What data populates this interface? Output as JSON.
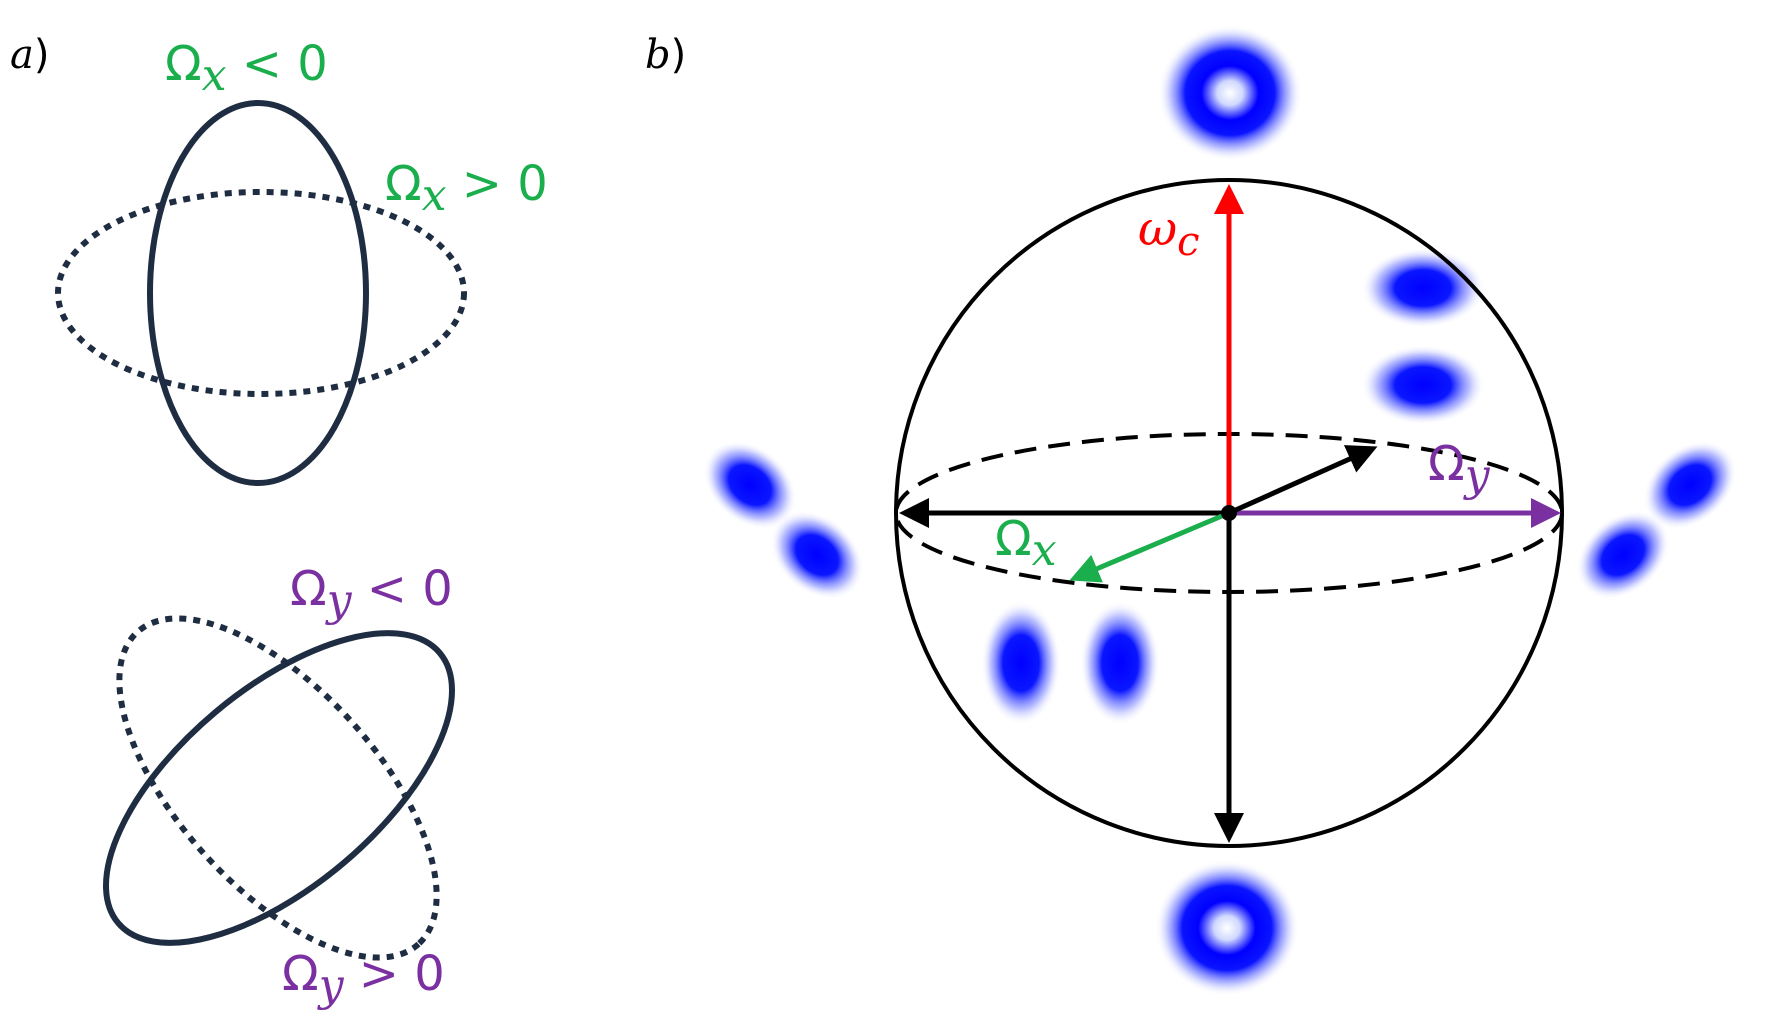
{
  "panel_a": {
    "label_a": "a",
    "label_paren": ")",
    "top_solid_label": {
      "omega": "Ω",
      "sub": "x",
      "rel": " < 0"
    },
    "top_dotted_label": {
      "omega": "Ω",
      "sub": "x",
      "rel": " > 0"
    },
    "bottom_solid_label": {
      "omega": "Ω",
      "sub": "y",
      "rel": " < 0"
    },
    "bottom_dotted_label": {
      "omega": "Ω",
      "sub": "y",
      "rel": " > 0"
    }
  },
  "panel_b": {
    "label_b": "b",
    "label_paren": ")",
    "wc_label": {
      "omega": "ω",
      "sub": "c"
    },
    "omx_label": {
      "omega": "Ω",
      "sub": "x"
    },
    "omy_label": {
      "omega": "Ω",
      "sub": "y"
    }
  },
  "colors": {
    "ellipse": "#1f2d42",
    "green": "#1aae4d",
    "purple": "#7a30a0",
    "red": "#ff0000",
    "black": "#000000",
    "mode_blue": "#0000ff"
  }
}
